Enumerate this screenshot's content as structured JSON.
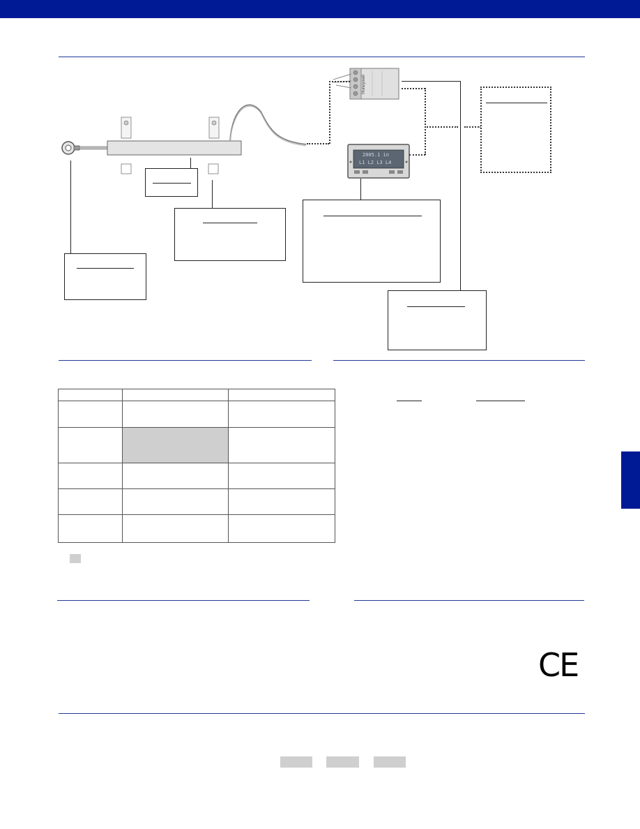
{
  "header": {
    "accent_color": "#001a96"
  },
  "diagram": {
    "controller_brand": "Honeywell",
    "display_line1": "2005.1 in",
    "display_line2": "L1 L2 L3 L4"
  },
  "table": {
    "shaded_cell_color": "#cfcfcf",
    "rows": 6,
    "cols": 3
  },
  "certification": {
    "mark": "CE"
  }
}
